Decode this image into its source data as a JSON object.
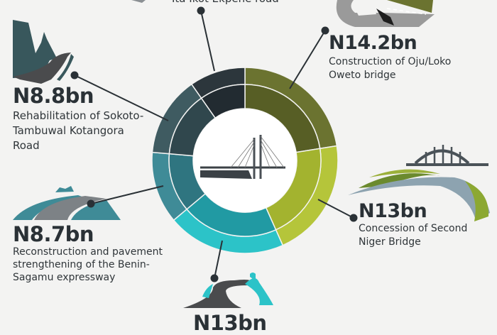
{
  "donut": {
    "segments": [
      {
        "name": "oju-loko-oweto",
        "outer": "#6b7330",
        "inner": "#575e25",
        "start": 0,
        "end": 81
      },
      {
        "name": "second-niger-bridge",
        "outer": "#b5c53a",
        "inner": "#a3b32f",
        "start": 81,
        "end": 156
      },
      {
        "name": "ita-ikot-lower",
        "outer": "#2cc3c8",
        "inner": "#219aa3",
        "start": 156,
        "end": 230
      },
      {
        "name": "benin-sagamu",
        "outer": "#3f8b97",
        "inner": "#2f7580",
        "start": 230,
        "end": 275
      },
      {
        "name": "sokoto-tambuwal",
        "outer": "#3f5b61",
        "inner": "#30474d",
        "start": 275,
        "end": 325
      },
      {
        "name": "ita-ikot-ekpene",
        "outer": "#2c363c",
        "inner": "#222b31",
        "start": 325,
        "end": 360
      }
    ],
    "center_icon": "cable-stayed-bridge-icon"
  },
  "items": {
    "top": {
      "desc": "Ita Ikot Ekpene road"
    },
    "oju": {
      "amount": "N14.2bn",
      "desc1": "Construction of Oju/Loko",
      "desc2": "Oweto bridge",
      "icon": "overpass-road-icon"
    },
    "sokoto": {
      "amount": "N8.8bn",
      "desc1": "Rehabilitation of Sokoto-",
      "desc2": "Tambuwal Kotangora",
      "desc3": "Road",
      "icon": "mountain-road-icon"
    },
    "benin": {
      "amount": "N8.7bn",
      "desc1": "Reconstruction and pavement",
      "desc2": "strengthening of the Benin-",
      "desc3": "Sagamu expressway",
      "icon": "curved-highway-icon"
    },
    "niger": {
      "amount": "N13bn",
      "desc1": "Concession of Second",
      "desc2": "Niger Bridge",
      "icon": "river-bridge-icon"
    },
    "bottom": {
      "amount": "N13bn",
      "icon": "winding-road-icon"
    }
  }
}
